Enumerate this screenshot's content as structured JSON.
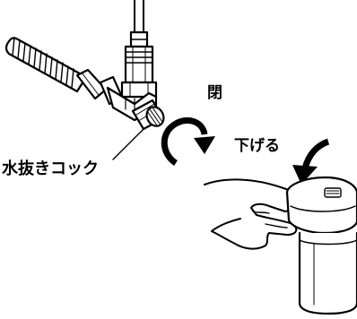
{
  "labels": {
    "close": "閉",
    "lower": "下げる",
    "drain_cock": "水抜きコック"
  },
  "colors": {
    "line": "#000000",
    "fill": "#ffffff"
  }
}
